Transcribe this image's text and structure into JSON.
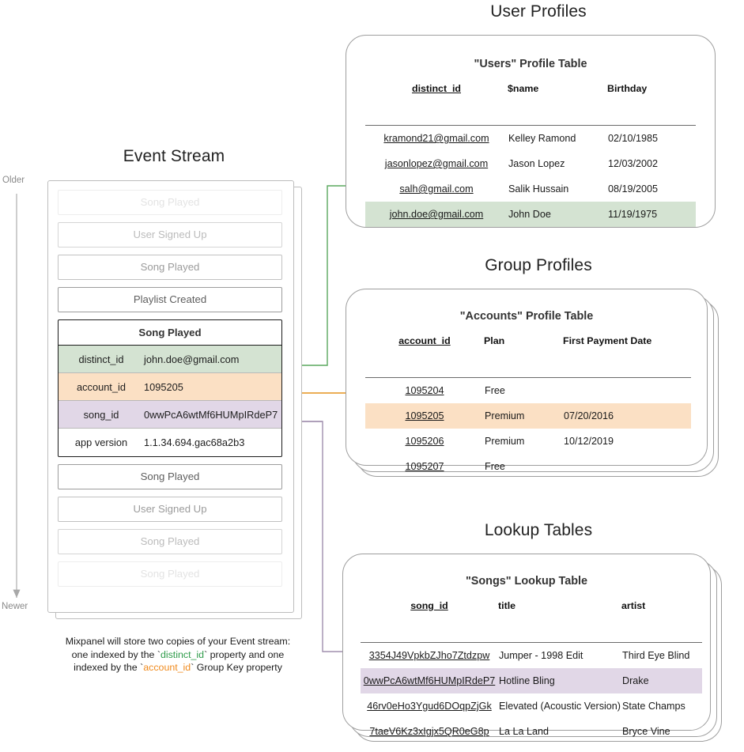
{
  "timeline": {
    "older": "Older",
    "newer": "Newer"
  },
  "event_stream": {
    "title": "Event Stream",
    "before_events": [
      {
        "label": "Song Played",
        "fade": "f1"
      },
      {
        "label": "User Signed Up",
        "fade": "f2"
      },
      {
        "label": "Song Played",
        "fade": "f3"
      },
      {
        "label": "Playlist Created",
        "fade": "f4"
      }
    ],
    "expanded_event": {
      "name": "Song Played",
      "properties": [
        {
          "key": "distinct_id",
          "value": "john.doe@gmail.com",
          "highlight": "green"
        },
        {
          "key": "account_id",
          "value": "1095205",
          "highlight": "orange"
        },
        {
          "key": "song_id",
          "value": "0wwPcA6wtMf6HUMpIRdeP7",
          "highlight": "purple"
        },
        {
          "key": "app version",
          "value": "1.1.34.694.gac68a2b3",
          "highlight": "none"
        }
      ]
    },
    "after_events": [
      {
        "label": "Song Played",
        "fade": "f4"
      },
      {
        "label": "User Signed Up",
        "fade": "f3"
      },
      {
        "label": "Song Played",
        "fade": "f2"
      },
      {
        "label": "Song Played",
        "fade": "f1"
      }
    ]
  },
  "caption": {
    "line1": "Mixpanel will store two copies of your Event stream:",
    "line2_a": "one indexed by the `",
    "line2_key": "distinct_id",
    "line2_b": "` property and one",
    "line3_a": "indexed by the `",
    "line3_key": "account_id",
    "line3_b": "` Group Key property"
  },
  "sections": [
    {
      "title": "User Profiles"
    },
    {
      "title": "Group Profiles"
    },
    {
      "title": "Lookup Tables"
    }
  ],
  "users_table": {
    "title": "\"Users\" Profile Table",
    "columns": [
      "distinct_id",
      "$name",
      "Birthday"
    ],
    "rows": [
      {
        "cells": [
          "kramond21@gmail.com",
          "Kelley Ramond",
          "02/10/1985"
        ],
        "highlight": false
      },
      {
        "cells": [
          "jasonlopez@gmail.com",
          "Jason Lopez",
          "12/03/2002"
        ],
        "highlight": false
      },
      {
        "cells": [
          "salh@gmail.com",
          "Salik Hussain",
          "08/19/2005"
        ],
        "highlight": false
      },
      {
        "cells": [
          "john.doe@gmail.com",
          "John Doe",
          "11/19/1975"
        ],
        "highlight": true
      }
    ]
  },
  "accounts_table": {
    "title": "\"Accounts\" Profile Table",
    "columns": [
      "account_id",
      "Plan",
      "First Payment Date"
    ],
    "rows": [
      {
        "cells": [
          "1095204",
          "Free",
          ""
        ],
        "highlight": false
      },
      {
        "cells": [
          "1095205",
          "Premium",
          "07/20/2016"
        ],
        "highlight": true
      },
      {
        "cells": [
          "1095206",
          "Premium",
          "10/12/2019"
        ],
        "highlight": false
      },
      {
        "cells": [
          "1095207",
          "Free",
          ""
        ],
        "highlight": false
      }
    ]
  },
  "songs_table": {
    "title": "\"Songs\" Lookup Table",
    "columns": [
      "song_id",
      "title",
      "artist"
    ],
    "rows": [
      {
        "cells": [
          "3354J49VpkbZJho7Ztdzpw",
          "Jumper - 1998 Edit",
          "Third Eye Blind"
        ],
        "highlight": false
      },
      {
        "cells": [
          "0wwPcA6wtMf6HUMpIRdeP7",
          "Hotline Bling",
          "Drake"
        ],
        "highlight": true
      },
      {
        "cells": [
          "46rv0eHo3Ygud6DOqpZjGk",
          "Elevated (Acoustic Version)",
          "State Champs"
        ],
        "highlight": false
      },
      {
        "cells": [
          "7taeV6Kz3xIgjx5QR0eG8p",
          "La La Land",
          "Bryce Vine"
        ],
        "highlight": false
      }
    ]
  },
  "colors": {
    "green": "#d4e3d2",
    "orange": "#fbe0c4",
    "purple": "#e1d7e7",
    "green_line": "#5aa95f",
    "orange_line": "#e8a33d",
    "purple_line": "#a892b5",
    "panel_border": "#9e9e9e"
  }
}
